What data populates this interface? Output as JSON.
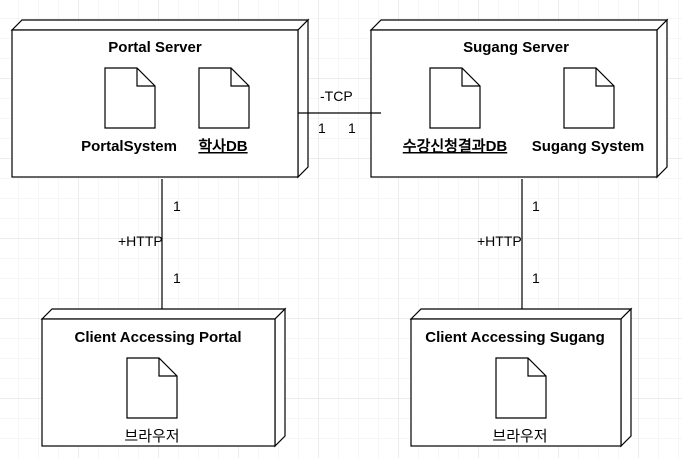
{
  "nodes": {
    "portal_server": {
      "title": "Portal Server",
      "artifacts": [
        {
          "label": "PortalSystem",
          "icon": "document-icon"
        },
        {
          "label": "학사DB",
          "icon": "document-icon"
        }
      ]
    },
    "sugang_server": {
      "title": "Sugang Server",
      "artifacts": [
        {
          "label": "수강신청결과DB",
          "icon": "document-icon"
        },
        {
          "label": "Sugang System",
          "icon": "document-icon"
        }
      ]
    },
    "client_portal": {
      "title": "Client Accessing Portal",
      "artifacts": [
        {
          "label": "브라우저",
          "icon": "document-icon"
        }
      ]
    },
    "client_sugang": {
      "title": "Client Accessing Sugang",
      "artifacts": [
        {
          "label": "브라우저",
          "icon": "document-icon"
        }
      ]
    }
  },
  "connections": {
    "tcp": {
      "label": "-TCP",
      "mult_left": "1",
      "mult_right": "1"
    },
    "http_portal": {
      "label": "+HTTP",
      "mult_top": "1",
      "mult_bottom": "1"
    },
    "http_sugang": {
      "label": "+HTTP",
      "mult_top": "1",
      "mult_bottom": "1"
    }
  },
  "colors": {
    "stroke": "#000000",
    "fill": "#ffffff",
    "grid": "#ececec"
  }
}
